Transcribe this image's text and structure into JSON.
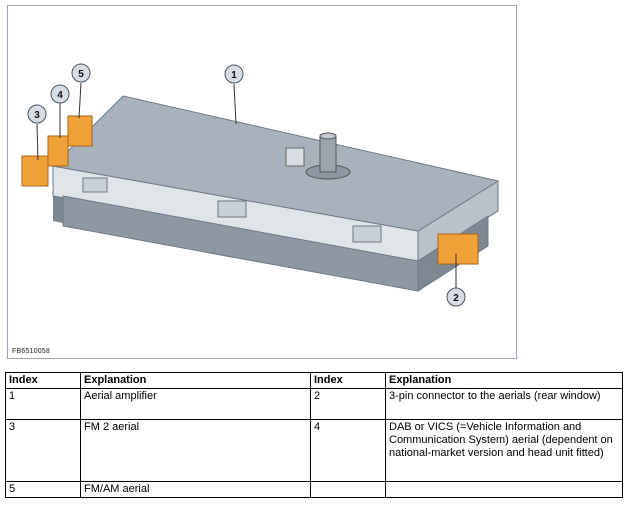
{
  "figure": {
    "code": "FB6510058",
    "callouts": [
      "1",
      "2",
      "3",
      "4",
      "5"
    ]
  },
  "table": {
    "headers": [
      "Index",
      "Explanation",
      "Index",
      "Explanation"
    ],
    "rows": [
      [
        "1",
        "Aerial amplifier",
        "2",
        "3-pin connector to the aerials (rear window)"
      ],
      [
        "3",
        "FM 2 aerial",
        "4",
        "DAB or VICS (=Vehicle Information and Communication System) aerial (dependent on national-market version and head unit fitted)"
      ],
      [
        "5",
        "FM/AM aerial",
        "",
        ""
      ]
    ]
  },
  "colors": {
    "housing_top": "#a8b2bc",
    "housing_side": "#8d98a3",
    "connector": "#f0a238",
    "callout_fill": "#d6dde4",
    "frame": "#9aa6b2"
  }
}
